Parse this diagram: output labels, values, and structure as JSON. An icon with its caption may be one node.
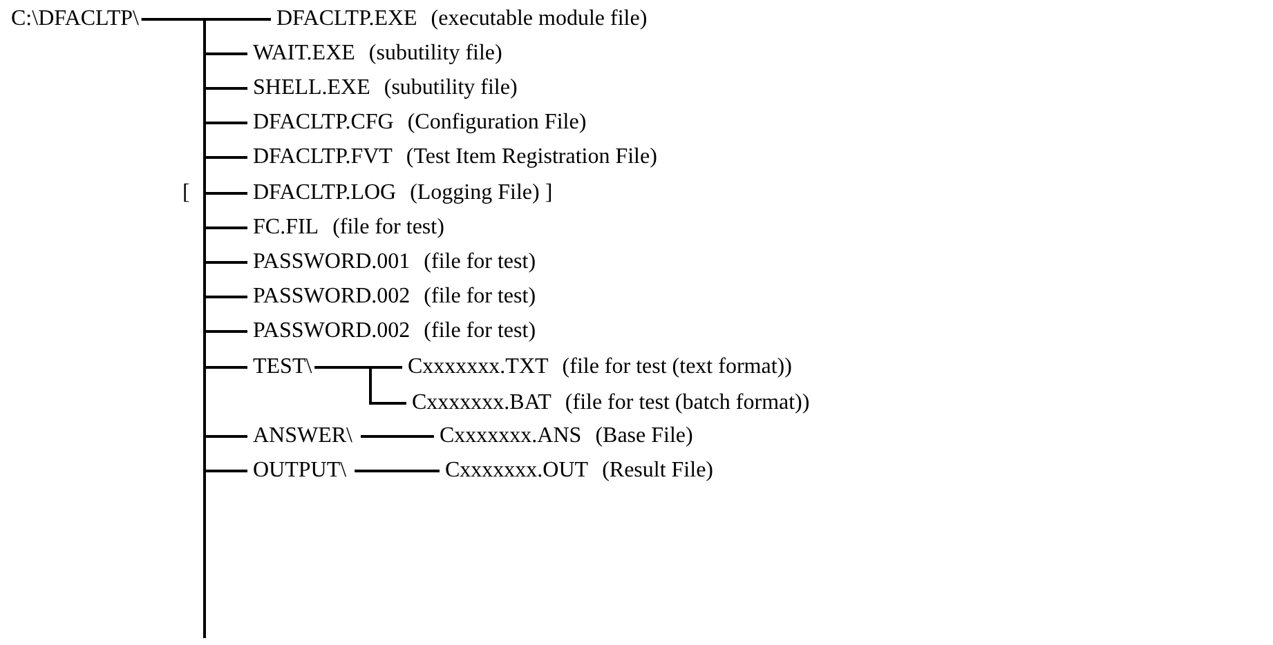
{
  "diagram": {
    "nodes": [
      {
        "text": [
          "C:\\DFACLTP\\"
        ]
      },
      {
        "text": [
          "DFACLTP.EXE"
        ],
        "beside": [
          "(executable module file)"
        ]
      },
      {
        "text": [
          "WAIT.EXE"
        ],
        "beside": [
          "(subutility file)"
        ]
      },
      {
        "text": [
          "SHELL.EXE"
        ],
        "beside": [
          "(subutility file)"
        ]
      },
      {
        "text": [
          "DFACLTP.CFG"
        ],
        "beside": [
          "(Configuration File)"
        ]
      },
      {
        "text": [
          "DFACLTP.FVT"
        ],
        "beside": [
          "(Test Item Registration File)"
        ]
      },
      {
        "text": [
          "DFACLTP.LOG"
        ],
        "beside": [
          "(Logging File)"
        ]
      },
      {
        "text": [
          "FC.FIL"
        ],
        "beside": [
          "(file for test)"
        ]
      },
      {
        "text": [
          "PASSWORD.001"
        ],
        "beside": [
          "(file for test)"
        ]
      },
      {
        "text": [
          "PASSWORD.002"
        ],
        "beside": [
          "(file for test)"
        ]
      },
      {
        "text": [
          "PASSWORD.002"
        ],
        "beside": [
          "(file for test)"
        ]
      },
      {
        "text": [
          "TEST\\"
        ]
      },
      {
        "text": [
          "Cxxxxxxx.TXT"
        ],
        "beside": [
          "(file for test (text format))"
        ]
      },
      {
        "text": [
          "Cxxxxxxx.BAT"
        ],
        "beside": [
          "(file for test (batch format))"
        ]
      },
      {
        "text": [
          "ANSWER\\"
        ]
      },
      {
        "text": [
          "Cxxxxxxx.ANS"
        ],
        "beside": [
          "(Base File)"
        ]
      },
      {
        "text": [
          "OUTPUT\\"
        ]
      },
      {
        "text": [
          "Cxxxxxxx.OUT"
        ],
        "beside": [
          "(Result File)"
        ]
      }
    ],
    "edges": [
      {
        "from": 0,
        "to": 1,
        "arrow": "none"
      },
      {
        "from": 0,
        "to": 2,
        "arrow": "none"
      },
      {
        "from": 0,
        "to": 3,
        "arrow": "none"
      },
      {
        "from": 0,
        "to": 4,
        "arrow": "none"
      },
      {
        "from": 0,
        "to": 5,
        "arrow": "none"
      },
      {
        "from": 0,
        "to": 6,
        "arrow": "none"
      },
      {
        "from": 0,
        "to": 7,
        "arrow": "none"
      },
      {
        "from": 0,
        "to": 8,
        "arrow": "none"
      },
      {
        "from": 0,
        "to": 9,
        "arrow": "none"
      },
      {
        "from": 0,
        "to": 10,
        "arrow": "none"
      },
      {
        "from": 0,
        "to": 11,
        "arrow": "none"
      },
      {
        "from": 11,
        "to": 12,
        "arrow": "none"
      },
      {
        "from": 11,
        "to": 13,
        "arrow": "none"
      },
      {
        "from": 0,
        "to": 14,
        "arrow": "none"
      },
      {
        "from": 14,
        "to": 15,
        "arrow": "none"
      },
      {
        "from": 0,
        "to": 16,
        "arrow": "none"
      },
      {
        "from": 16,
        "to": 17,
        "arrow": "none"
      }
    ],
    "labels": [
      "[",
      "]"
    ]
  }
}
